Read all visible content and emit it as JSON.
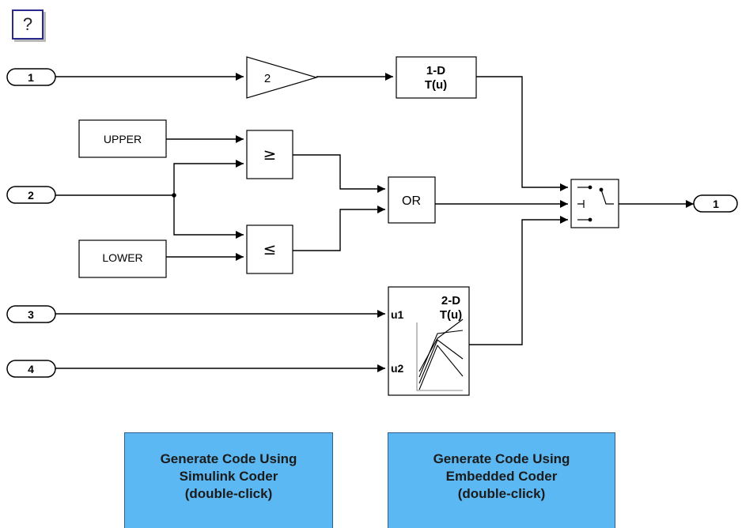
{
  "help": {
    "label": "?"
  },
  "inports": [
    "1",
    "2",
    "3",
    "4"
  ],
  "outport": "1",
  "gain": {
    "value": "2"
  },
  "constants": {
    "upper": "UPPER",
    "lower": "LOWER"
  },
  "relational": {
    "ge": "≥",
    "le": "≤"
  },
  "logic": {
    "label": "OR"
  },
  "lookup1d": {
    "title": "1-D",
    "fn": "T(u)"
  },
  "lookup2d": {
    "title": "2-D",
    "fn": "T(u)",
    "input1": "u1",
    "input2": "u2"
  },
  "buttons": [
    {
      "lines": [
        "Generate Code Using",
        "Simulink Coder",
        "(double-click)"
      ]
    },
    {
      "lines": [
        "Generate Code Using",
        "Embedded Coder",
        "(double-click)"
      ]
    }
  ],
  "colors": {
    "button_fill": "#5cb8f2",
    "line": "#000000"
  }
}
